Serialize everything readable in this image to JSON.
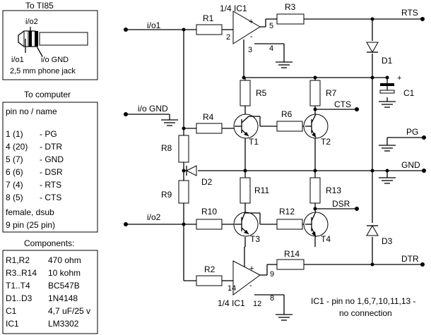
{
  "jack": {
    "title": "To TI85",
    "io2": "i/o2",
    "io1": "i/o1",
    "gnd": "i/o GND",
    "caption": "2,5 mm phone jack"
  },
  "computer": {
    "title": "To computer",
    "header": "pin no / name",
    "pins": [
      {
        "no": "1 (1)",
        "name": "- PG"
      },
      {
        "no": "4 (20)",
        "name": "- DTR"
      },
      {
        "no": "5 (7)",
        "name": "- GND"
      },
      {
        "no": "6 (6)",
        "name": "- DSR"
      },
      {
        "no": "7 (4)",
        "name": "- RTS"
      },
      {
        "no": "8 (5)",
        "name": "- CTS"
      }
    ],
    "note1": "female, dsub",
    "note2": "9 pin (25 pin)"
  },
  "components": {
    "title": "Components:",
    "rows": [
      {
        "ref": "R1,R2",
        "value": "470 ohm"
      },
      {
        "ref": "R3..R14",
        "value": "10 kohm"
      },
      {
        "ref": "T1..T4",
        "value": "BC547B"
      },
      {
        "ref": "D1..D3",
        "value": "1N4148"
      },
      {
        "ref": "C1",
        "value": "4,7 uF/25 v"
      },
      {
        "ref": "IC1",
        "value": "LM3302"
      }
    ]
  },
  "labels": {
    "io1": "i/o1",
    "iognd": "i/o GND",
    "io2": "i/o2",
    "rts": "RTS",
    "cts": "CTS",
    "pg": "PG",
    "gnd": "GND",
    "dsr": "DSR",
    "dtr": "DTR",
    "r1": "R1",
    "r2": "R2",
    "r3": "R3",
    "r4": "R4",
    "r5": "R5",
    "r6": "R6",
    "r7": "R7",
    "r8": "R8",
    "r9": "R9",
    "r10": "R10",
    "r11": "R11",
    "r12": "R12",
    "r13": "R13",
    "r14": "R14",
    "t1": "T1",
    "t2": "T2",
    "t3": "T3",
    "t4": "T4",
    "d1": "D1",
    "d2": "D2",
    "d3": "D3",
    "c1": "C1",
    "c1plus": "+",
    "ic_top": "1/4 IC1",
    "ic_bot": "1/4 IC1",
    "pin2": "2",
    "pin3": "3",
    "pin4": "4",
    "pin5": "5",
    "pin8": "8",
    "pin9": "9",
    "pin12": "12",
    "pin14": "14",
    "plus": "+",
    "minus": "-",
    "note1": "IC1 - pin no 1,6,7,10,11,13 -",
    "note2": "no connection"
  }
}
